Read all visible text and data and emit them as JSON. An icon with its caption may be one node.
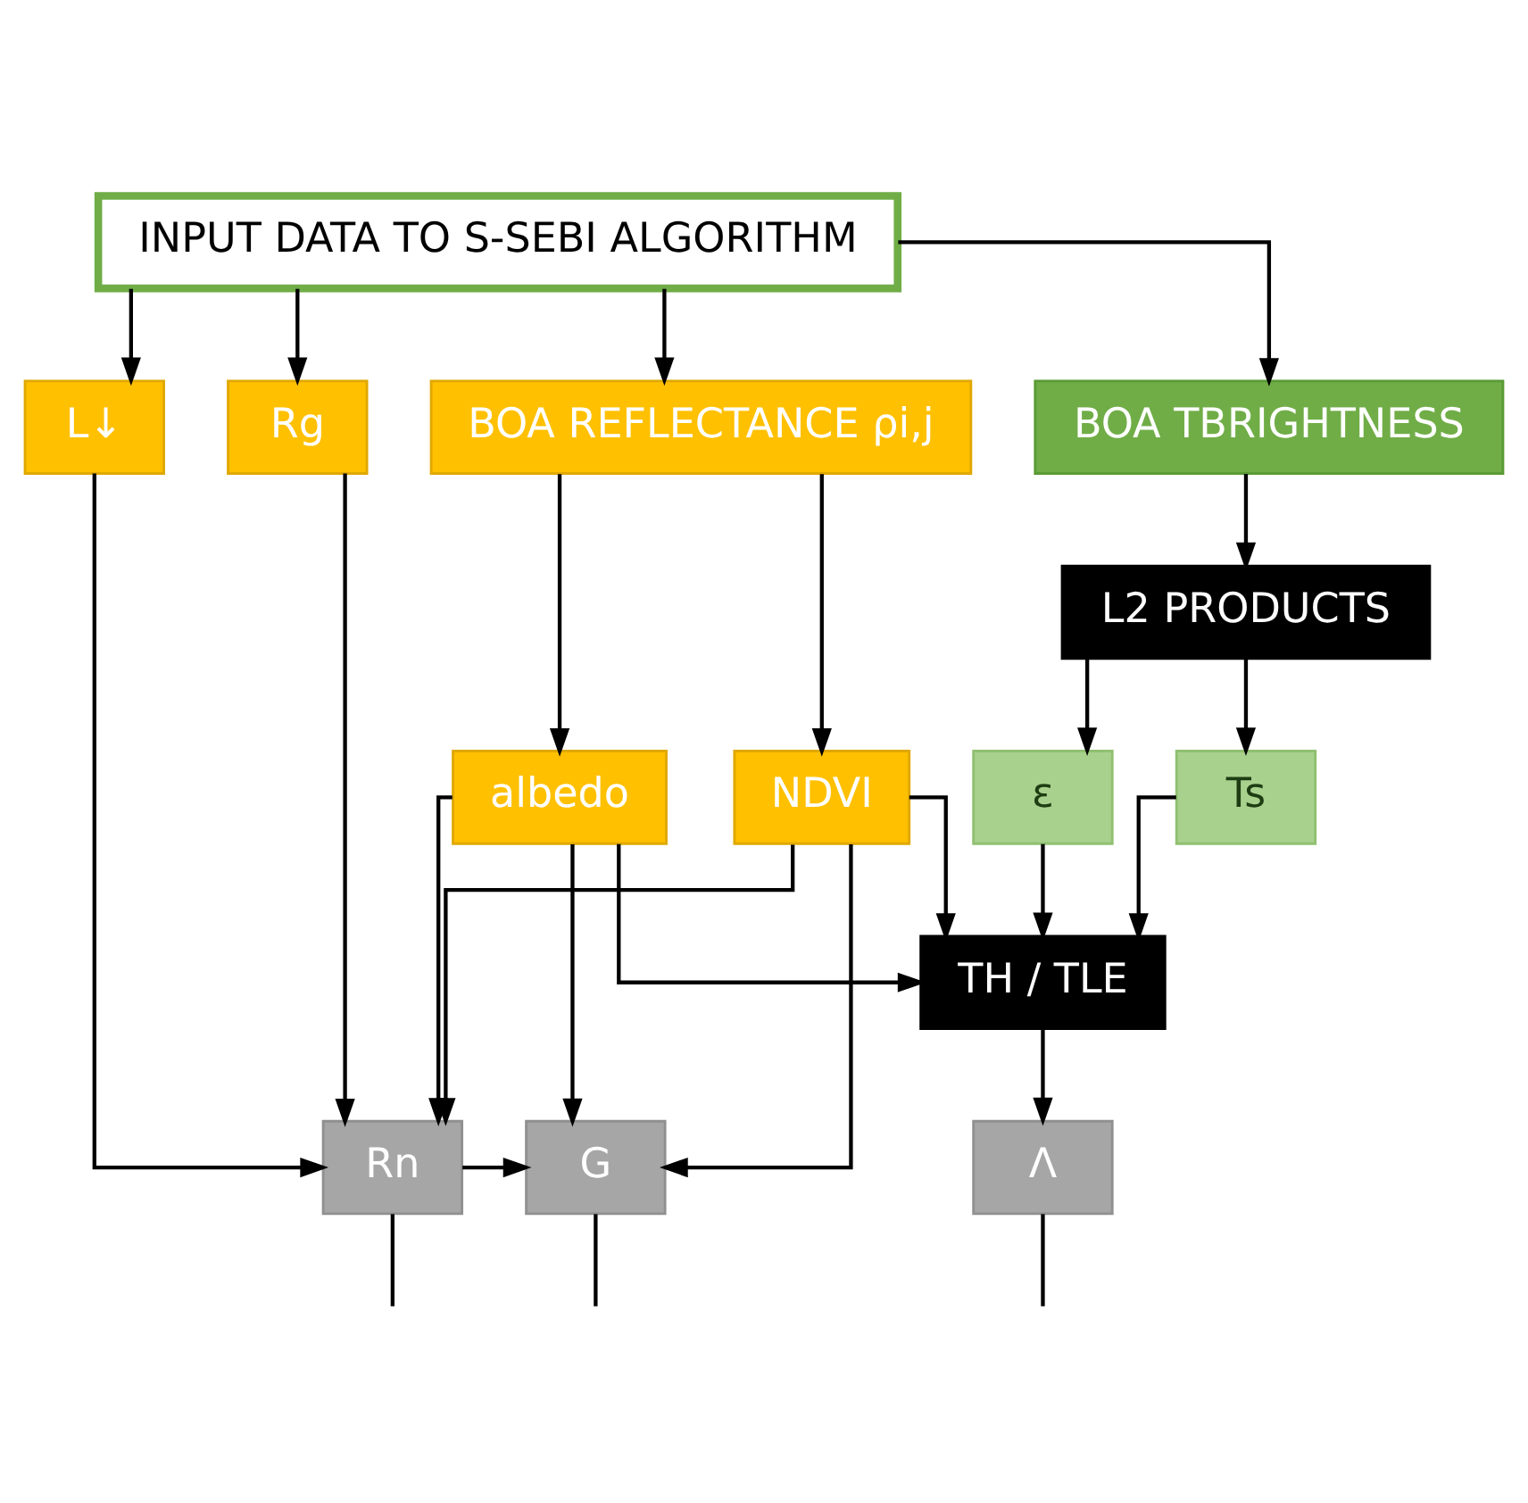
{
  "diagram": {
    "nodes": [
      {
        "text": [
          "INPUT DATA TO S-SEBI ALGORITHM"
        ]
      },
      {
        "text": [
          "L↓"
        ]
      },
      {
        "text": [
          "Rg"
        ]
      },
      {
        "text": [
          "BOA REFLECTANCE ρi,j"
        ]
      },
      {
        "text": [
          "BOA TBRIGHTNESS"
        ]
      },
      {
        "text": [
          "L2 PRODUCTS"
        ]
      },
      {
        "text": [
          "albedo"
        ]
      },
      {
        "text": [
          "NDVI"
        ]
      },
      {
        "text": [
          "ε"
        ]
      },
      {
        "text": [
          "Ts"
        ]
      },
      {
        "text": [
          "TH / TLE"
        ]
      },
      {
        "text": [
          "Rn"
        ]
      },
      {
        "text": [
          "G"
        ]
      },
      {
        "text": [
          "Λ"
        ]
      }
    ],
    "edges": [
      {
        "from": 0,
        "to": 1,
        "arrow": "to"
      },
      {
        "from": 0,
        "to": 2,
        "arrow": "to"
      },
      {
        "from": 0,
        "to": 3,
        "arrow": "to"
      },
      {
        "from": 0,
        "to": 4,
        "arrow": "to"
      },
      {
        "from": 1,
        "to": 11,
        "arrow": "to"
      },
      {
        "from": 2,
        "to": 11,
        "arrow": "to"
      },
      {
        "from": 3,
        "to": 6,
        "arrow": "to"
      },
      {
        "from": 3,
        "to": 7,
        "arrow": "to"
      },
      {
        "from": 4,
        "to": 5,
        "arrow": "to"
      },
      {
        "from": 5,
        "to": 8,
        "arrow": "to"
      },
      {
        "from": 5,
        "to": 9,
        "arrow": "to"
      },
      {
        "from": 6,
        "to": 10,
        "arrow": "to"
      },
      {
        "from": 7,
        "to": 10,
        "arrow": "to"
      },
      {
        "from": 8,
        "to": 10,
        "arrow": "to"
      },
      {
        "from": 9,
        "to": 10,
        "arrow": "to"
      },
      {
        "from": 6,
        "to": 11,
        "arrow": "to"
      },
      {
        "from": 7,
        "to": 11,
        "arrow": "to"
      },
      {
        "from": 6,
        "to": 12,
        "arrow": "to"
      },
      {
        "from": 7,
        "to": 12,
        "arrow": "to"
      },
      {
        "from": 10,
        "to": 13,
        "arrow": "to"
      },
      {
        "from": 11,
        "to": 12,
        "arrow": "to"
      },
      {
        "from": 11,
        "to": null,
        "arrow": "none"
      },
      {
        "from": 12,
        "to": null,
        "arrow": "none"
      },
      {
        "from": 13,
        "to": null,
        "arrow": "none"
      }
    ]
  }
}
